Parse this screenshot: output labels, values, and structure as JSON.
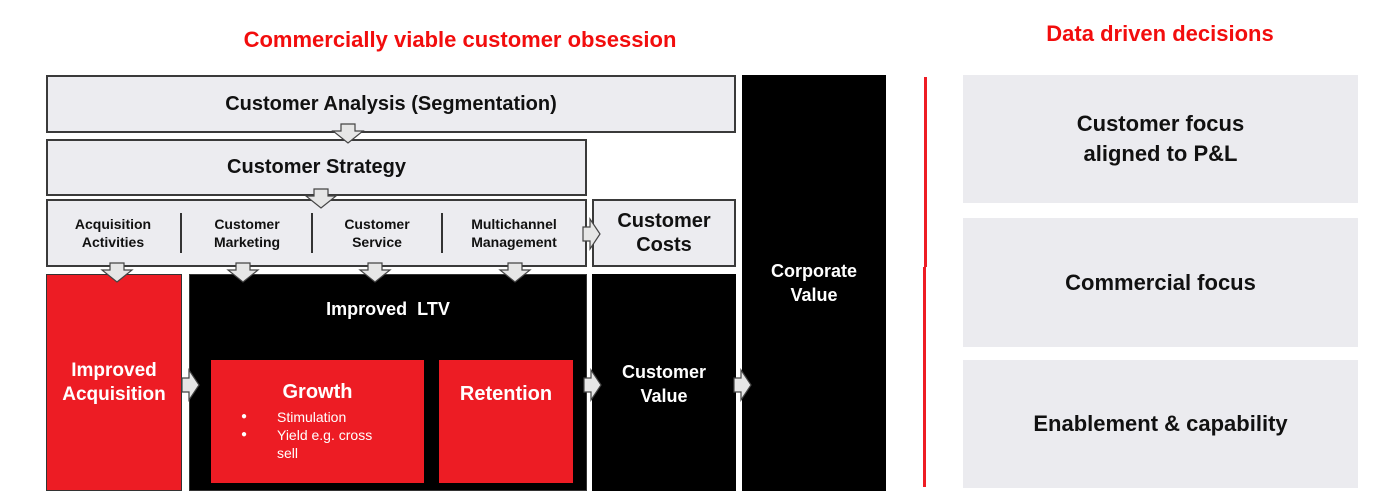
{
  "left_section": {
    "title": "Commercially viable customer obsession",
    "customer_analysis": "Customer Analysis (Segmentation)",
    "customer_strategy": "Customer Strategy",
    "activities": [
      {
        "line1": "Acquisition",
        "line2": "Activities"
      },
      {
        "line1": "Customer",
        "line2": "Marketing"
      },
      {
        "line1": "Customer",
        "line2": "Service"
      },
      {
        "line1": "Multichannel",
        "line2": "Management"
      }
    ],
    "customer_costs": {
      "line1": "Customer",
      "line2": "Costs"
    },
    "corporate_value": {
      "line1": "Corporate",
      "line2": "Value"
    },
    "improved_acquisition": {
      "line1": "Improved",
      "line2": "Acquisition"
    },
    "improved_ltv": "Improved  LTV",
    "growth": {
      "title": "Growth",
      "bullets": [
        "Stimulation",
        "Yield e.g. cross",
        "sell"
      ]
    },
    "retention": "Retention",
    "customer_value": {
      "line1": "Customer",
      "line2": "Value"
    }
  },
  "right_section": {
    "title": "Data driven decisions",
    "panels": [
      {
        "line1": "Customer focus",
        "line2": "aligned to P&L"
      },
      {
        "line1": "Commercial focus",
        "line2": ""
      },
      {
        "line1": "Enablement & capability",
        "line2": ""
      }
    ]
  },
  "colors": {
    "accent_red": "#f20d0d",
    "box_red": "#ed1c24",
    "box_grey": "#ececf0",
    "box_black": "#000000"
  }
}
